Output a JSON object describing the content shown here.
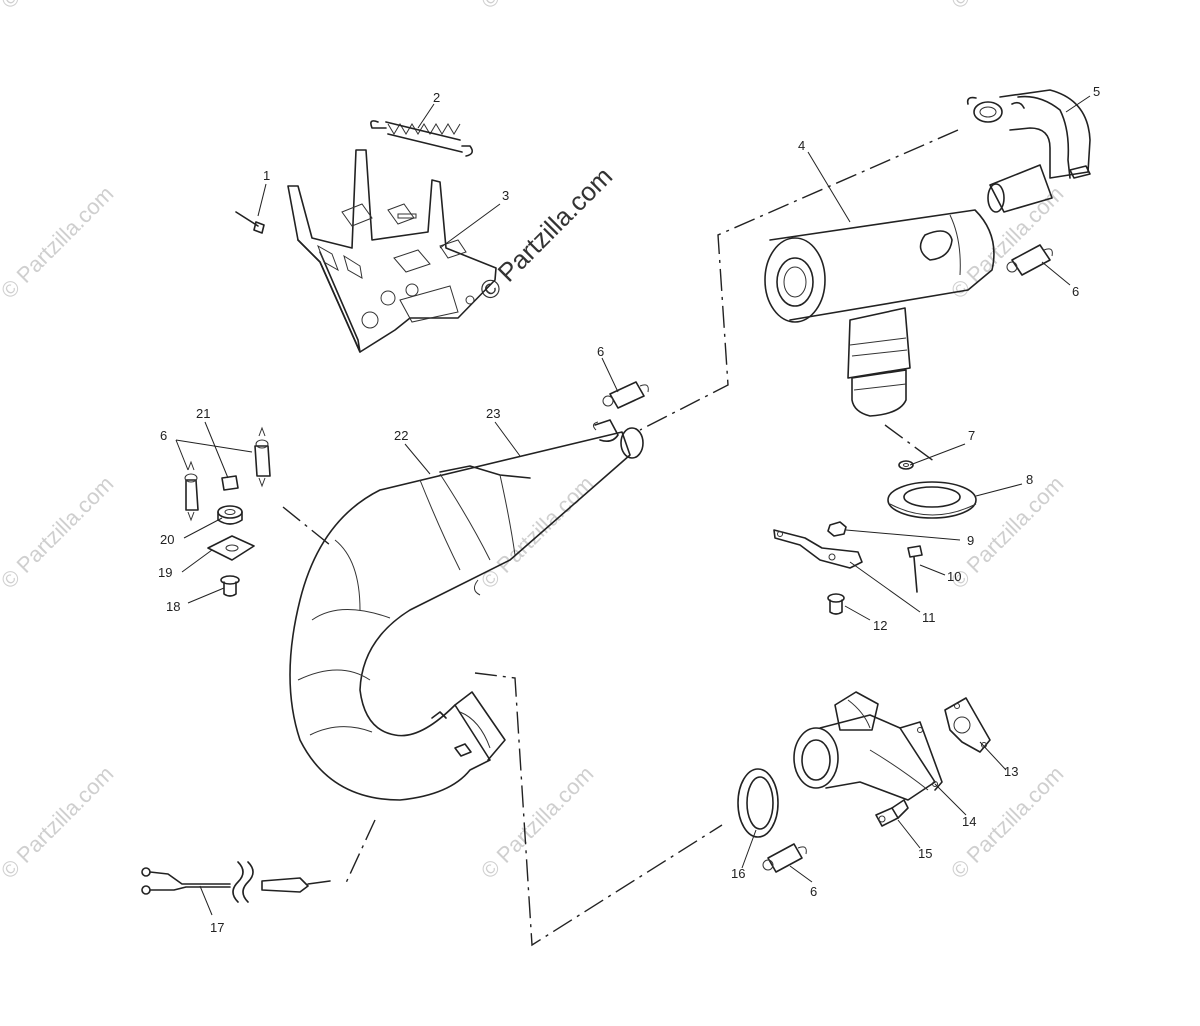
{
  "watermark_small": "© Partzilla.com",
  "watermark_main": "© Partzilla.com",
  "callouts": [
    "1",
    "2",
    "3",
    "4",
    "5",
    "6",
    "6",
    "6",
    "6",
    "6",
    "7",
    "8",
    "9",
    "10",
    "11",
    "12",
    "13",
    "14",
    "15",
    "16",
    "17",
    "18",
    "19",
    "20",
    "21",
    "22",
    "23"
  ]
}
